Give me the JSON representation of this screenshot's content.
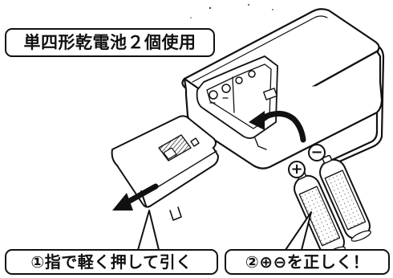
{
  "labels": {
    "title": "単四形乾電池２個使用",
    "step1": "①指で軽く押して引く",
    "step2": "②⊕⊖を正しく！",
    "plus_symbol": "+",
    "minus_symbol": "−"
  },
  "colors": {
    "ink": "#111111",
    "paper": "#ffffff",
    "shade": "#333333"
  },
  "icons": {
    "remote": "remote-control-body-icon",
    "cover": "battery-cover-icon",
    "batteries": "aaa-battery-icon",
    "insert_arrow": "insert-arrow-icon",
    "pull_arrow": "pull-arrow-icon"
  }
}
